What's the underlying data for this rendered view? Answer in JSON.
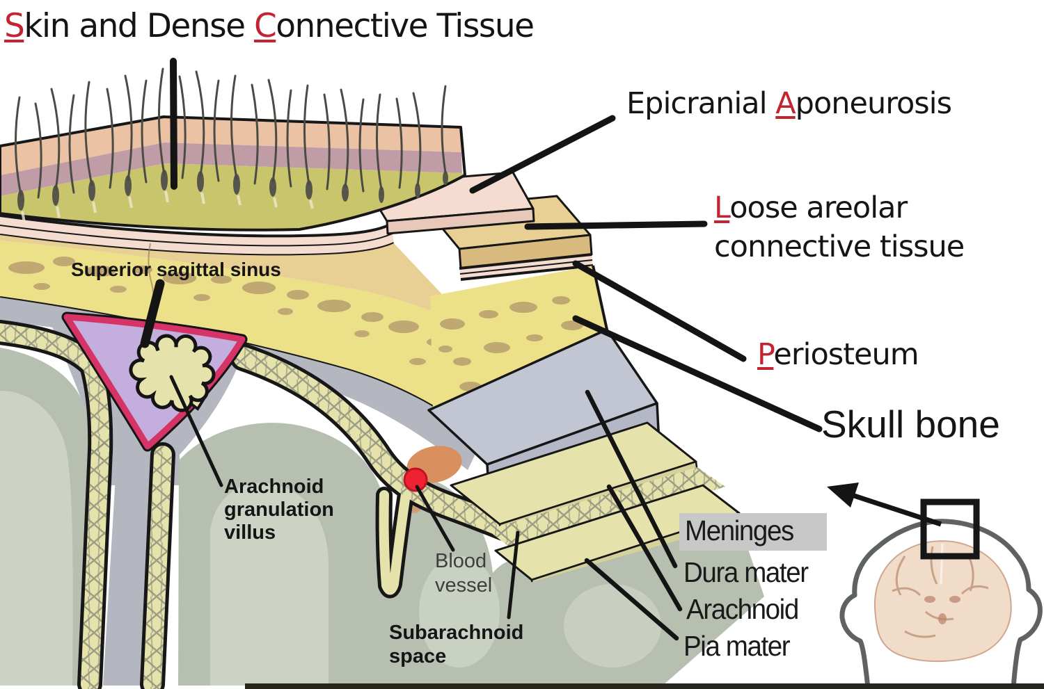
{
  "title": {
    "t1": "S",
    "t2": "kin and Dense ",
    "t3": "C",
    "t4": "onnective Tissue"
  },
  "labels": {
    "epicranial": {
      "pre": "Epicranial ",
      "em": "A",
      "post": "poneurosis"
    },
    "loose_areolar": {
      "em": "L",
      "post": "oose areolar",
      "line2": "connective tissue"
    },
    "periosteum": {
      "em": "P",
      "post": "eriosteum"
    },
    "skull_bone": "Skull bone",
    "superior_sagittal_sinus": "Superior sagittal sinus",
    "arachnoid_granulation": {
      "l1": "Arachnoid",
      "l2": "granulation",
      "l3": "villus"
    },
    "blood_vessel": {
      "l1": "Blood",
      "l2": "vessel"
    },
    "subarachnoid_space": {
      "l1": "Subarachnoid",
      "l2": "space"
    },
    "meninges": "Meninges",
    "dura_mater": "Dura mater",
    "arachnoid": "Arachnoid",
    "pia_mater": "Pia mater"
  },
  "colors": {
    "accent_red": "#c32431",
    "skin_top_pink": "#ecc2a4",
    "dermis_mauve": "#c09da6",
    "subcutis_olive": "#c9c56c",
    "aponeurosis_cream": "#f4ddd0",
    "areolar_tan": "#e8cf94",
    "bone_yellow": "#ece189",
    "bone_spot_brown": "#b59a6c",
    "dura_gray": "#b4b6c0",
    "dura_step_blue": "#c2c5d2",
    "meninges_khaki": "#e6e2ab",
    "sinus_purple": "#c4aede",
    "sinus_border_red": "#d63366",
    "vessel_red": "#ee2231",
    "orange_tissue": "#da8f5f",
    "brain_gray": "#b7bfb1",
    "brain_light": "#ccd3c5",
    "inset_brain_pink": "#f0dcc9",
    "highlight_gray": "#c8c8c8"
  }
}
